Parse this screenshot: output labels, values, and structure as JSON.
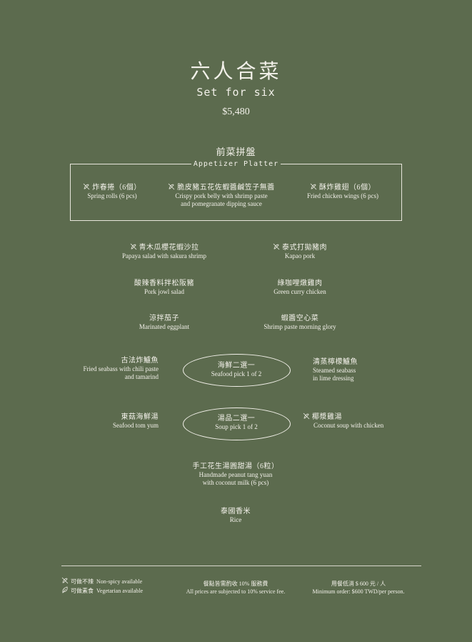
{
  "header": {
    "title_zh": "六人合菜",
    "title_en": "Set for six",
    "price": "$5,480"
  },
  "appetizer": {
    "title_zh": "前菜拼盤",
    "title_en": "Appetizer Platter",
    "items": [
      {
        "zh": "炸春捲（6個）",
        "en": "Spring rolls (6 pcs)"
      },
      {
        "zh": "脆皮豬五花佐蝦醬鹹笠子無醬",
        "en1": "Crispy pork belly with shrimp paste",
        "en2": "and pomegranate dipping sauce"
      },
      {
        "zh": "酥炸雞翅（6個）",
        "en": "Fried chicken wings (6 pcs)"
      }
    ]
  },
  "dishes": {
    "papaya": {
      "zh": "青木瓜櫻花蝦沙拉",
      "en": "Papaya salad with sakura shrimp"
    },
    "kapao": {
      "zh": "泰式打拋豬肉",
      "en": "Kapao pork"
    },
    "jowl": {
      "zh": "酸辣香料拌松阪豬",
      "en": "Pork jowl salad"
    },
    "curry": {
      "zh": "綠咖哩燉雞肉",
      "en": "Green curry chicken"
    },
    "eggplant": {
      "zh": "涼拌茄子",
      "en": "Marinated eggplant"
    },
    "glory": {
      "zh": "蝦醬空心菜",
      "en": "Shrimp paste morning glory"
    }
  },
  "seafood_pick": {
    "zh": "海鮮二選一",
    "en": "Seafood pick 1 of 2",
    "left": {
      "zh": "古法炸鱸魚",
      "en1": "Fried seabass with chili paste",
      "en2": "and tamarind"
    },
    "right": {
      "zh": "清蒸檸檬鱸魚",
      "en1": "Steamed seabass",
      "en2": "in lime dressing"
    }
  },
  "soup_pick": {
    "zh": "湯品二選一",
    "en": "Soup pick 1 of 2",
    "left": {
      "zh": "東菇海鮮湯",
      "en": "Seafood tom yum"
    },
    "right": {
      "zh": "椰漿雞湯",
      "en": "Coconut soup with chicken"
    }
  },
  "dessert": {
    "zh": "手工花生湯圓甜湯（6粒）",
    "en1": "Handmade peanut tang yuan",
    "en2": "with coconut milk (6 pcs)"
  },
  "rice": {
    "zh": "泰國香米",
    "en": "Rice"
  },
  "footer": {
    "legend": [
      {
        "icon": "chili-slash-icon",
        "zh": "可做不辣",
        "en": "Non-spicy available"
      },
      {
        "icon": "leaf-icon",
        "zh": "可做素食",
        "en": "Vegetarian available"
      }
    ],
    "service_zh": "餐點皆需酌收 10% 服務費",
    "service_en": "All prices are subjected to 10% service fee.",
    "min_zh": "用餐低消 $ 600 元 / 人",
    "min_en": "Minimum order: $600 TWD/per person."
  },
  "colors": {
    "background": "#5c6b4e",
    "text": "#f3f1ea"
  }
}
